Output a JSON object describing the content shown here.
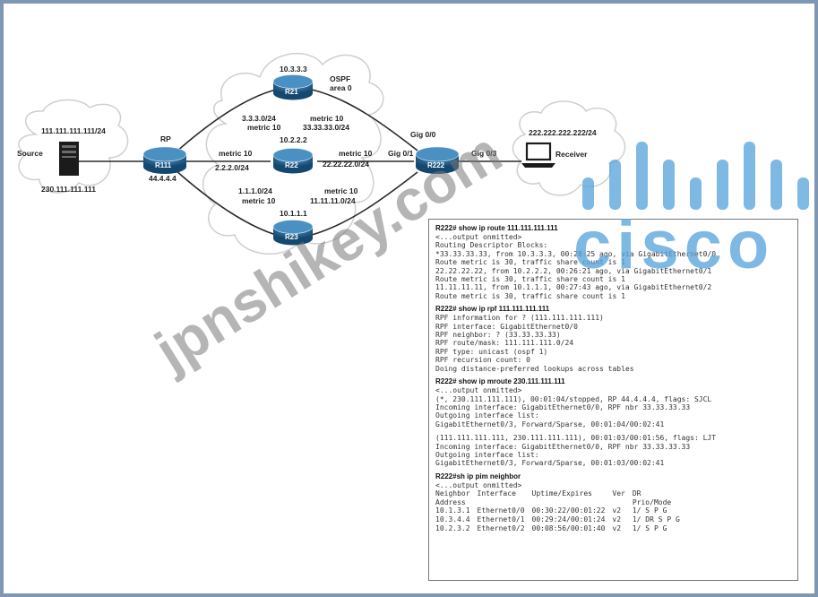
{
  "diagram": {
    "source_title": "Source",
    "source_addr_top": "111.111.111.111/24",
    "source_addr_bottom": "230.111.111.111",
    "receiver_title": "Receiver",
    "receiver_addr": "222.222.222.222/24",
    "ospf_label": "OSPF\narea 0",
    "routers": {
      "r111": {
        "name": "R111",
        "role": "RP",
        "addr": "44.4.4.4"
      },
      "r21": {
        "name": "R21",
        "addr": "10.3.3.3"
      },
      "r22": {
        "name": "R22",
        "addr": "10.2.2.2"
      },
      "r23": {
        "name": "R23",
        "addr": "10.1.1.1"
      },
      "r222": {
        "name": "R222"
      }
    },
    "links": {
      "r111_r21": {
        "net": "3.3.3.0/24",
        "metric": "metric 10"
      },
      "r111_r22": {
        "net": "2.2.2.0/24",
        "metric": "metric 10"
      },
      "r111_r23": {
        "net": "1.1.1.0/24",
        "metric": "metric 10"
      },
      "r21_r222": {
        "net": "33.33.33.0/24",
        "metric": "metric 10"
      },
      "r22_r222": {
        "net": "22.22.22.0/24",
        "metric": "metric 10"
      },
      "r23_r222": {
        "net": "11.11.11.0/24",
        "metric": "metric 10"
      }
    },
    "interfaces": {
      "gig00": "Gig 0/0",
      "gig01": "Gig 0/1",
      "gig03": "Gig 0/3"
    }
  },
  "cli": {
    "route": {
      "command": "R222# show ip route 111.111.111.111",
      "lines": [
        "<...output onmitted>",
        "Routing Descriptor Blocks:",
        "*33.33.33.33, from 10.3.3.3, 00:28:25 ago, via GigabitEthernet0/0",
        "Route metric is 30, traffic share count is 1",
        "22.22.22.22, from 10.2.2.2, 00:26:21 ago, via GigabitEthernet0/1",
        "Route metric is 30, traffic share count is 1",
        "11.11.11.11, from 10.1.1.1, 00:27:43 ago, via GigabitEthernet0/2",
        "Route metric is 30, traffic share count is 1"
      ]
    },
    "rpf": {
      "command": "R222# show ip rpf 111.111.111.111",
      "lines": [
        "RPF information for ? (111.111.111.111)",
        "RPF interface: GigabitEthernet0/0",
        "RPF neighbor: ? (33.33.33.33)",
        "RPF route/mask: 111.111.111.0/24",
        "RPF type: unicast (ospf 1)",
        "RPF recursion count: 0",
        "Doing distance-preferred lookups across tables"
      ]
    },
    "mroute": {
      "command": "R222# show ip mroute 230.111.111.111",
      "lines_a": [
        "<...output onmitted>",
        "(*, 230.111.111.111), 00:01:04/stopped, RP 44.4.4.4, flags: SJCL",
        "Incoming interface: GigabitEthernet0/0, RPF nbr 33.33.33.33",
        "Outgoing interface list:",
        "GigabitEthernet0/3, Forward/Sparse, 00:01:04/00:02:41"
      ],
      "lines_b": [
        "(111.111.111.111, 230.111.111.111), 00:01:03/00:01:56, flags: LJT",
        "Incoming interface: GigabitEthernet0/0, RPF nbr 33.33.33.33",
        "Outgoing interface list:",
        "GigabitEthernet0/3, Forward/Sparse, 00:01:03/00:02:41"
      ]
    },
    "pim": {
      "command": "R222#sh ip pim neighbor",
      "omitted": "<...output onmitted>",
      "header_top": [
        "Neighbor",
        "Interface",
        "Uptime/Expires",
        "Ver",
        "DR"
      ],
      "header_bottom": [
        "Address",
        "",
        "",
        "",
        "Prio/Mode"
      ],
      "rows": [
        [
          "10.1.3.1",
          "Ethernet0/0",
          "00:30:22/00:01:22",
          "v2",
          "1/ S P G"
        ],
        [
          "10.3.4.4",
          "Ethernet0/1",
          "00:29:24/00:01:24",
          "v2",
          "1/ DR S P G"
        ],
        [
          "10.2.3.2",
          "Ethernet0/2",
          "00:08:56/00:01:40",
          "v2",
          "1/ S P G"
        ]
      ]
    }
  },
  "logo": {
    "text": "cisco",
    "color": "#5aa6dc"
  },
  "watermark": {
    "text": "jpnshikey.com"
  },
  "colors": {
    "frame": "#7f97b2",
    "router_blue": "#1f5f8b"
  }
}
